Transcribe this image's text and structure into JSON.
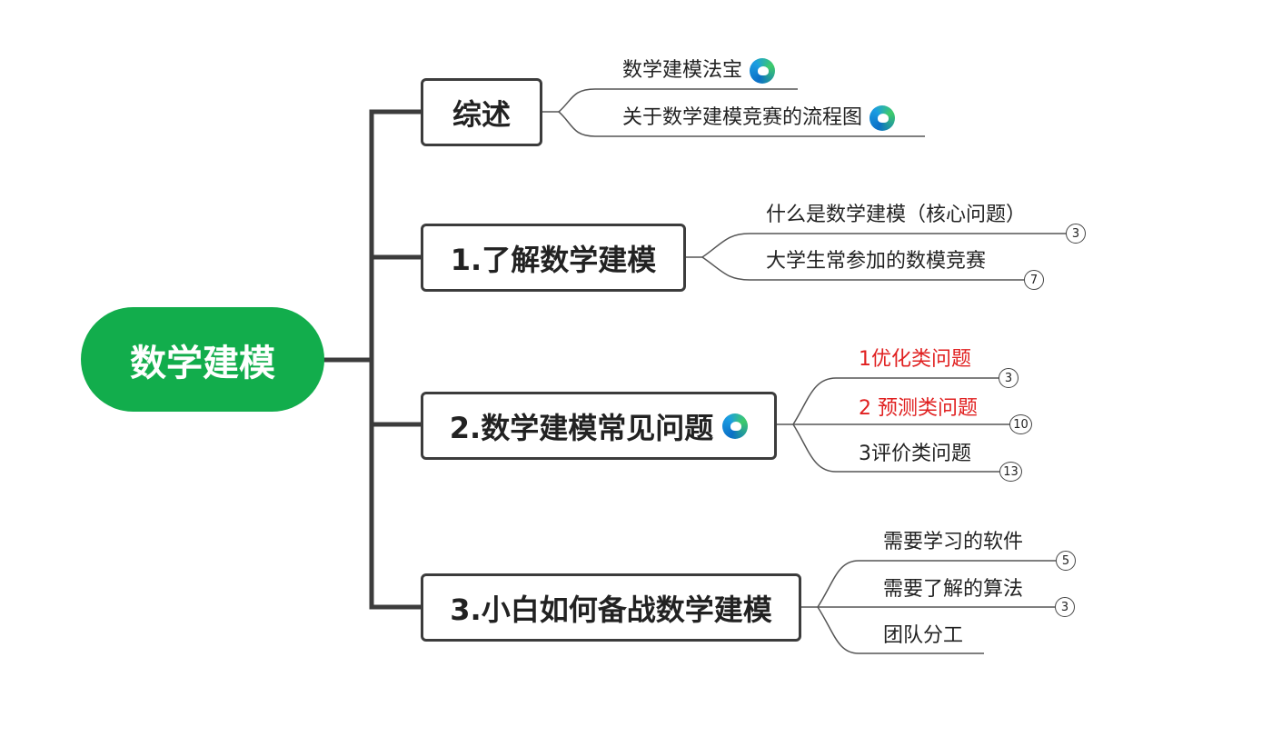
{
  "root": {
    "label": "数学建模",
    "color": "#12ad4c"
  },
  "branches": [
    {
      "label": "综述",
      "has_edge_icon": false,
      "children": [
        {
          "label": "数学建模法宝",
          "icon": "edge-browser-icon"
        },
        {
          "label": "关于数学建模竞赛的流程图",
          "icon": "edge-browser-icon"
        }
      ]
    },
    {
      "label": "1.了解数学建模",
      "has_edge_icon": false,
      "children": [
        {
          "label": "什么是数学建模（核心问题）",
          "count": "3"
        },
        {
          "label": "大学生常参加的数模竞赛",
          "count": "7"
        }
      ]
    },
    {
      "label": "2.数学建模常见问题",
      "has_edge_icon": true,
      "icon": "edge-browser-icon",
      "children": [
        {
          "label": "1优化类问题",
          "count": "3",
          "color": "#e02020"
        },
        {
          "label": "2 预测类问题",
          "count": "10",
          "color": "#e02020"
        },
        {
          "label": "3评价类问题",
          "count": "13"
        }
      ]
    },
    {
      "label": "3.小白如何备战数学建模",
      "has_edge_icon": false,
      "children": [
        {
          "label": "需要学习的软件",
          "count": "5"
        },
        {
          "label": "需要了解的算法",
          "count": "3"
        },
        {
          "label": "团队分工"
        }
      ]
    }
  ]
}
